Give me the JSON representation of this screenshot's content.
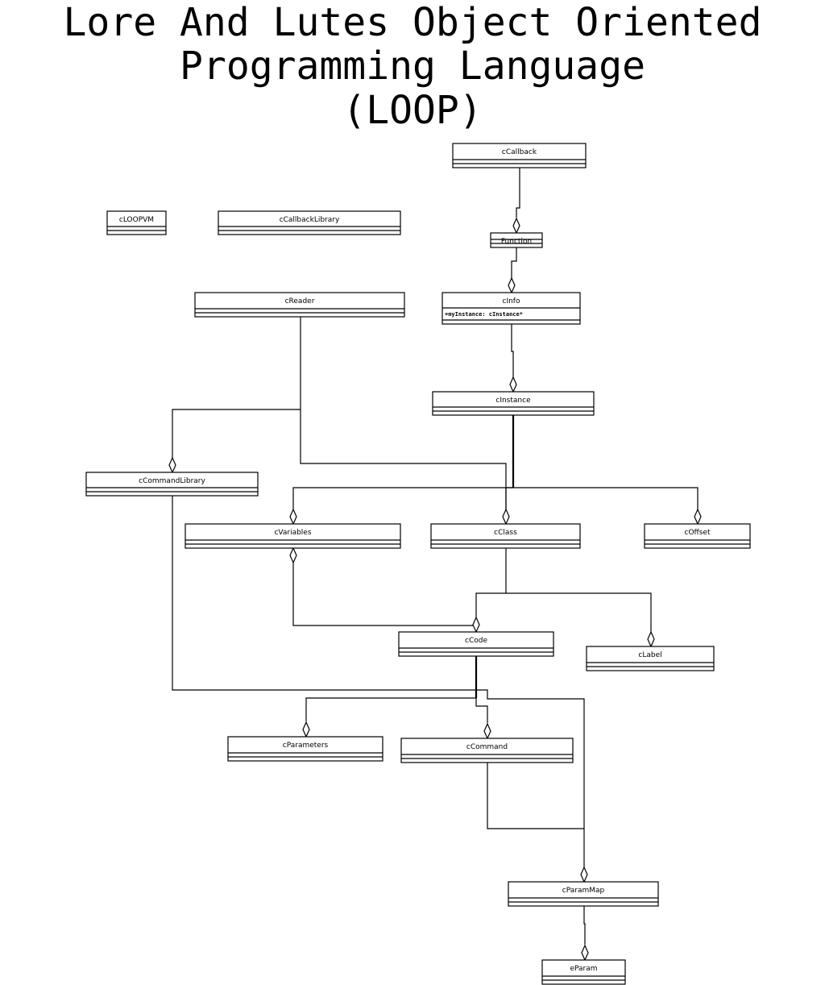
{
  "title": {
    "lines": [
      "Lore And Lutes Object Oriented",
      "Programming Language",
      "(LOOP)"
    ]
  },
  "classes": {
    "cCallback": {
      "name": "cCallback",
      "attrs": []
    },
    "cLOOPVM": {
      "name": "cLOOPVM",
      "attrs": []
    },
    "cCallbackLibrary": {
      "name": "cCallbackLibrary",
      "attrs": []
    },
    "Function": {
      "name": "Function",
      "attrs": []
    },
    "cReader": {
      "name": "cReader",
      "attrs": []
    },
    "cInfo": {
      "name": "cInfo",
      "attrs": [
        "+myInstance: cInstance*"
      ]
    },
    "cInstance": {
      "name": "cInstance",
      "attrs": []
    },
    "cCommandLibrary": {
      "name": "cCommandLibrary",
      "attrs": []
    },
    "cVariables": {
      "name": "cVariables",
      "attrs": []
    },
    "cClass": {
      "name": "cClass",
      "attrs": []
    },
    "cOffset": {
      "name": "cOffset",
      "attrs": []
    },
    "cCode": {
      "name": "cCode",
      "attrs": []
    },
    "cLabel": {
      "name": "cLabel",
      "attrs": []
    },
    "cParameters": {
      "name": "cParameters",
      "attrs": []
    },
    "cCommand": {
      "name": "cCommand",
      "attrs": []
    },
    "cParamMap": {
      "name": "cParamMap",
      "attrs": []
    },
    "eParam": {
      "name": "eParam",
      "attrs": []
    }
  },
  "relations": [
    {
      "whole": "Function",
      "part": "cCallback",
      "kind": "aggregation"
    },
    {
      "whole": "cInfo",
      "part": "Function",
      "kind": "aggregation"
    },
    {
      "whole": "cInstance",
      "part": "cInfo",
      "kind": "aggregation"
    },
    {
      "whole": "cCommandLibrary",
      "part": "cReader",
      "kind": "aggregation"
    },
    {
      "whole": "cClass",
      "part": "cReader",
      "kind": "aggregation"
    },
    {
      "whole": "cVariables",
      "part": "cInstance",
      "kind": "aggregation"
    },
    {
      "whole": "cClass",
      "part": "cInstance",
      "kind": "aggregation"
    },
    {
      "whole": "cOffset",
      "part": "cInstance",
      "kind": "aggregation"
    },
    {
      "whole": "cCode",
      "part": "cClass",
      "kind": "aggregation"
    },
    {
      "whole": "cLabel",
      "part": "cClass",
      "kind": "aggregation"
    },
    {
      "whole": "cVariables",
      "part": "cCode",
      "kind": "aggregation"
    },
    {
      "whole": "cParameters",
      "part": "cCode",
      "kind": "aggregation"
    },
    {
      "whole": "cCommand",
      "part": "cCode",
      "kind": "aggregation"
    },
    {
      "whole": "cParamMap",
      "part": "cCommandLibrary",
      "kind": "aggregation"
    },
    {
      "whole": "cParamMap",
      "part": "cCommand",
      "kind": "aggregation"
    },
    {
      "whole": "eParam",
      "part": "cParamMap",
      "kind": "aggregation"
    }
  ]
}
